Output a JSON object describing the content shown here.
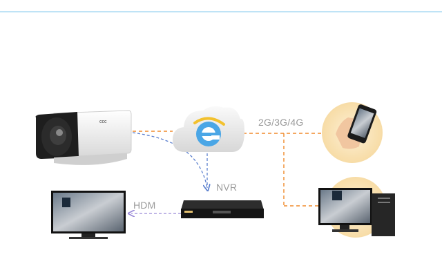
{
  "labels": {
    "network": "2G/3G/4G",
    "nvr": "NVR",
    "hdmi": "HDM"
  },
  "cameras": [
    {
      "text": "ccc"
    }
  ],
  "colors": {
    "orange_link": "#f08a2c",
    "blue_link": "#5a7fce",
    "purple_link": "#9a8ad8",
    "circle_bg": "#fbe7c3"
  }
}
